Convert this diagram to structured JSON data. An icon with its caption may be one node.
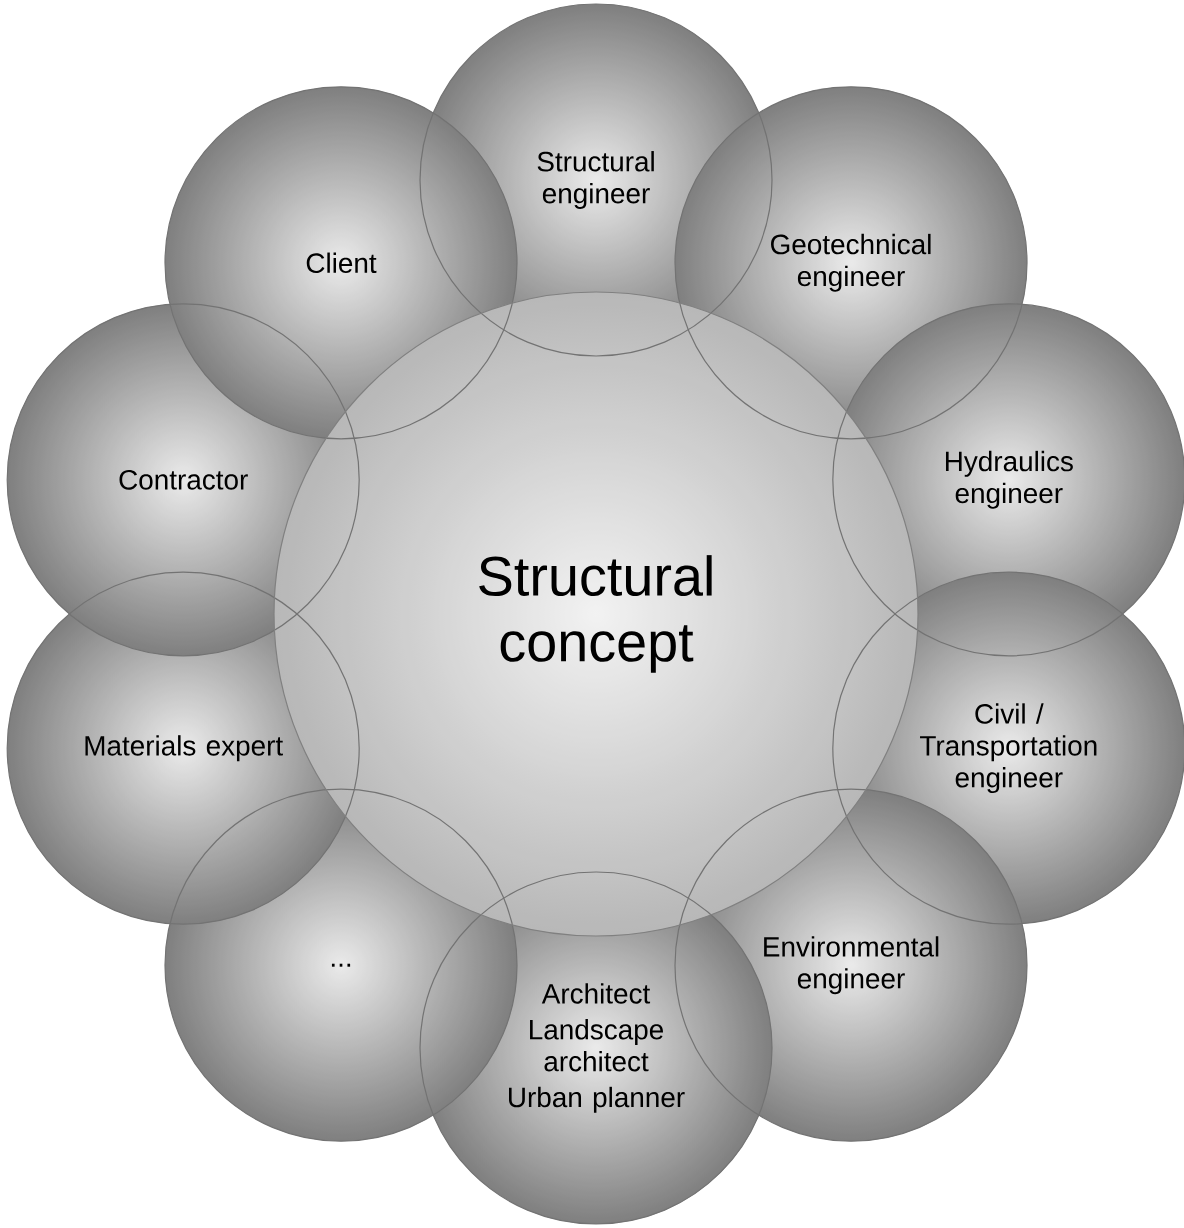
{
  "diagram": {
    "nodes": [
      {
        "text": [
          "Structural concept"
        ]
      },
      {
        "text": [
          "Structural engineer"
        ]
      },
      {
        "text": [
          "Geotechnical engineer"
        ]
      },
      {
        "text": [
          "Hydraulics engineer"
        ]
      },
      {
        "text": [
          "Civil / Transportation engineer"
        ]
      },
      {
        "text": [
          "Environmental engineer"
        ]
      },
      {
        "text": [
          "Architect",
          "Landscape architect",
          "Urban planner"
        ]
      },
      {
        "text": [
          "..."
        ]
      },
      {
        "text": [
          "Materials expert"
        ]
      },
      {
        "text": [
          "Contractor"
        ]
      },
      {
        "text": [
          "Client"
        ]
      }
    ]
  }
}
